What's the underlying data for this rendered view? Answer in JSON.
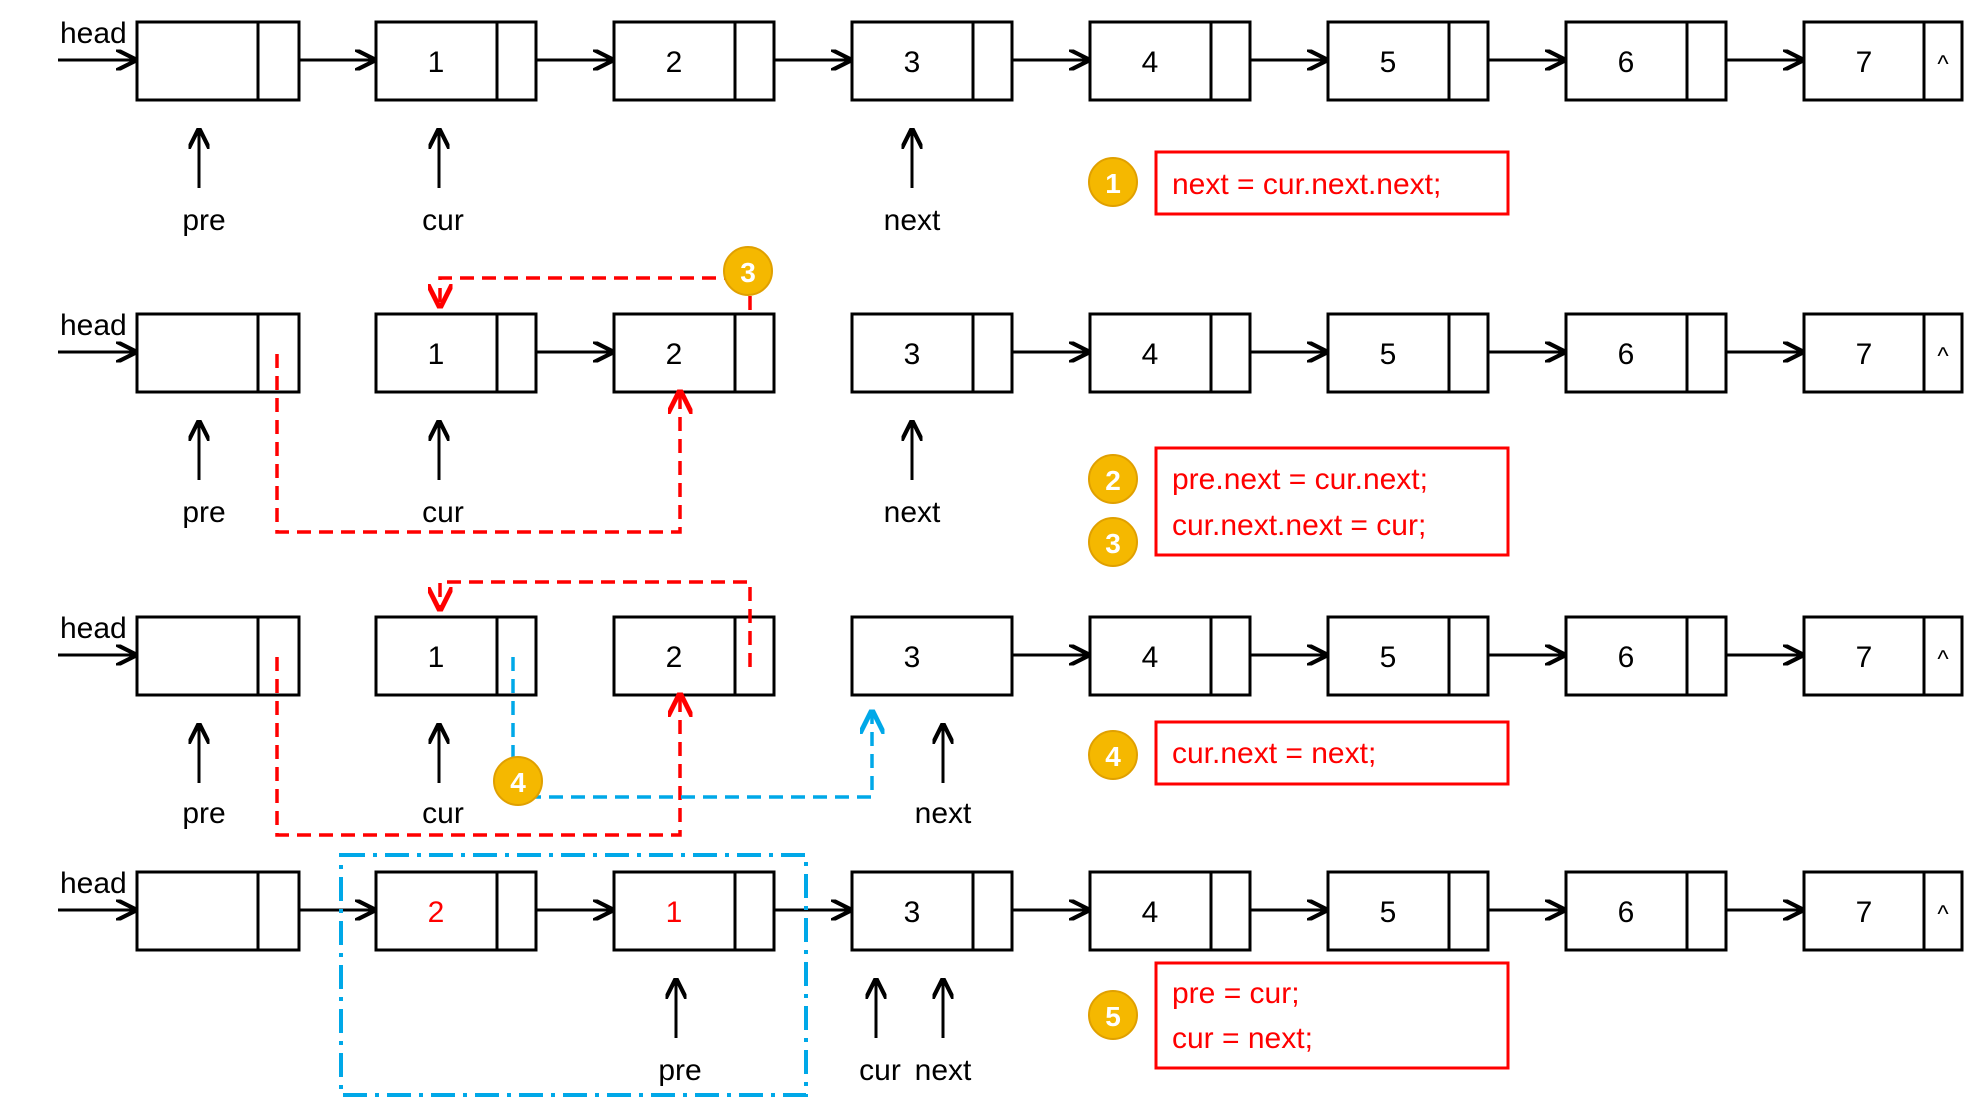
{
  "colors": {
    "ink": "#000000",
    "red": "#ff0000",
    "blue": "#00a8e8",
    "badge_fill": "#f5b800",
    "badge_stroke": "#e0a000",
    "badge_text": "#ffffff"
  },
  "row_labels": {
    "head": "head"
  },
  "pointer_labels": {
    "pre": "pre",
    "cur": "cur",
    "next": "next"
  },
  "rows": [
    {
      "head": "head",
      "nodes": [
        "",
        "1",
        "2",
        "3",
        "4",
        "5",
        "6",
        "7"
      ],
      "tail": "^"
    },
    {
      "head": "head",
      "nodes": [
        "",
        "1",
        "2",
        "3",
        "4",
        "5",
        "6",
        "7"
      ],
      "tail": "^"
    },
    {
      "head": "head",
      "nodes": [
        "",
        "1",
        "2",
        "3",
        "4",
        "5",
        "6",
        "7"
      ],
      "tail": "^"
    },
    {
      "head": "head",
      "nodes": [
        "",
        "2",
        "1",
        "3",
        "4",
        "5",
        "6",
        "7"
      ],
      "tail": "^"
    }
  ],
  "steps": [
    {
      "badges": [
        "1"
      ],
      "code": [
        "next = cur.next.next;"
      ]
    },
    {
      "badges": [
        "2",
        "3"
      ],
      "code": [
        "pre.next = cur.next;",
        "cur.next.next = cur;"
      ]
    },
    {
      "badges": [
        "4"
      ],
      "code": [
        "cur.next = next;"
      ]
    },
    {
      "badges": [
        "5"
      ],
      "code": [
        "pre = cur;",
        "cur = next;"
      ]
    }
  ],
  "inline_badges": [
    "3",
    "4"
  ]
}
